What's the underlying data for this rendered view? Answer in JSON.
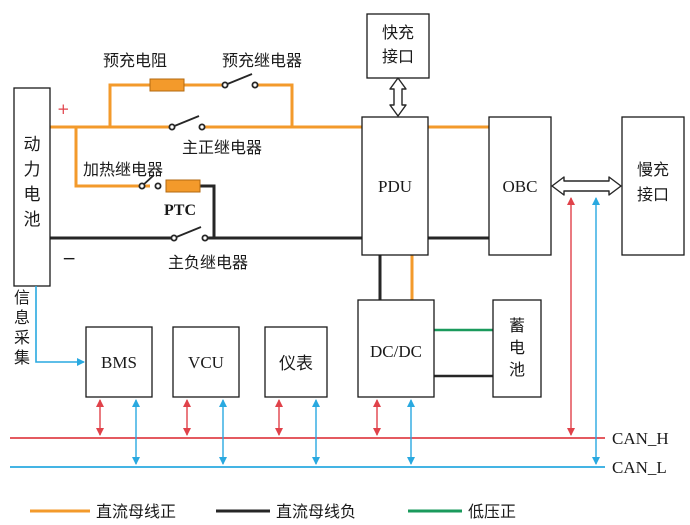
{
  "components": {
    "battery": "动力电池",
    "precharge_resistor": "预充电阻",
    "precharge_relay": "预充继电器",
    "main_pos_relay": "主正继电器",
    "heater_relay": "加热继电器",
    "ptc": "PTC",
    "main_neg_relay": "主负继电器",
    "fast_charge": "快充接口",
    "pdu": "PDU",
    "obc": "OBC",
    "slow_charge": "慢充接口",
    "bms": "BMS",
    "vcu": "VCU",
    "meter": "仪表",
    "dcdc": "DC/DC",
    "aux_battery": "蓄电池",
    "info_collect": "信息采集"
  },
  "polarity": {
    "plus": "+",
    "minus": "−"
  },
  "bus": {
    "can_h": "CAN_H",
    "can_l": "CAN_L"
  },
  "legend": [
    {
      "label": "直流母线正",
      "color": "#f39a2b"
    },
    {
      "label": "直流母线负",
      "color": "#262626"
    },
    {
      "label": "低压正",
      "color": "#1a9a5c"
    }
  ],
  "colors": {
    "dc_positive": "#f39a2b",
    "dc_negative": "#262626",
    "low_voltage": "#1a9a5c",
    "can_h": "#e0424a",
    "can_l": "#29a9e0",
    "arrow_red": "#e0424a",
    "arrow_blue": "#29a9e0"
  }
}
